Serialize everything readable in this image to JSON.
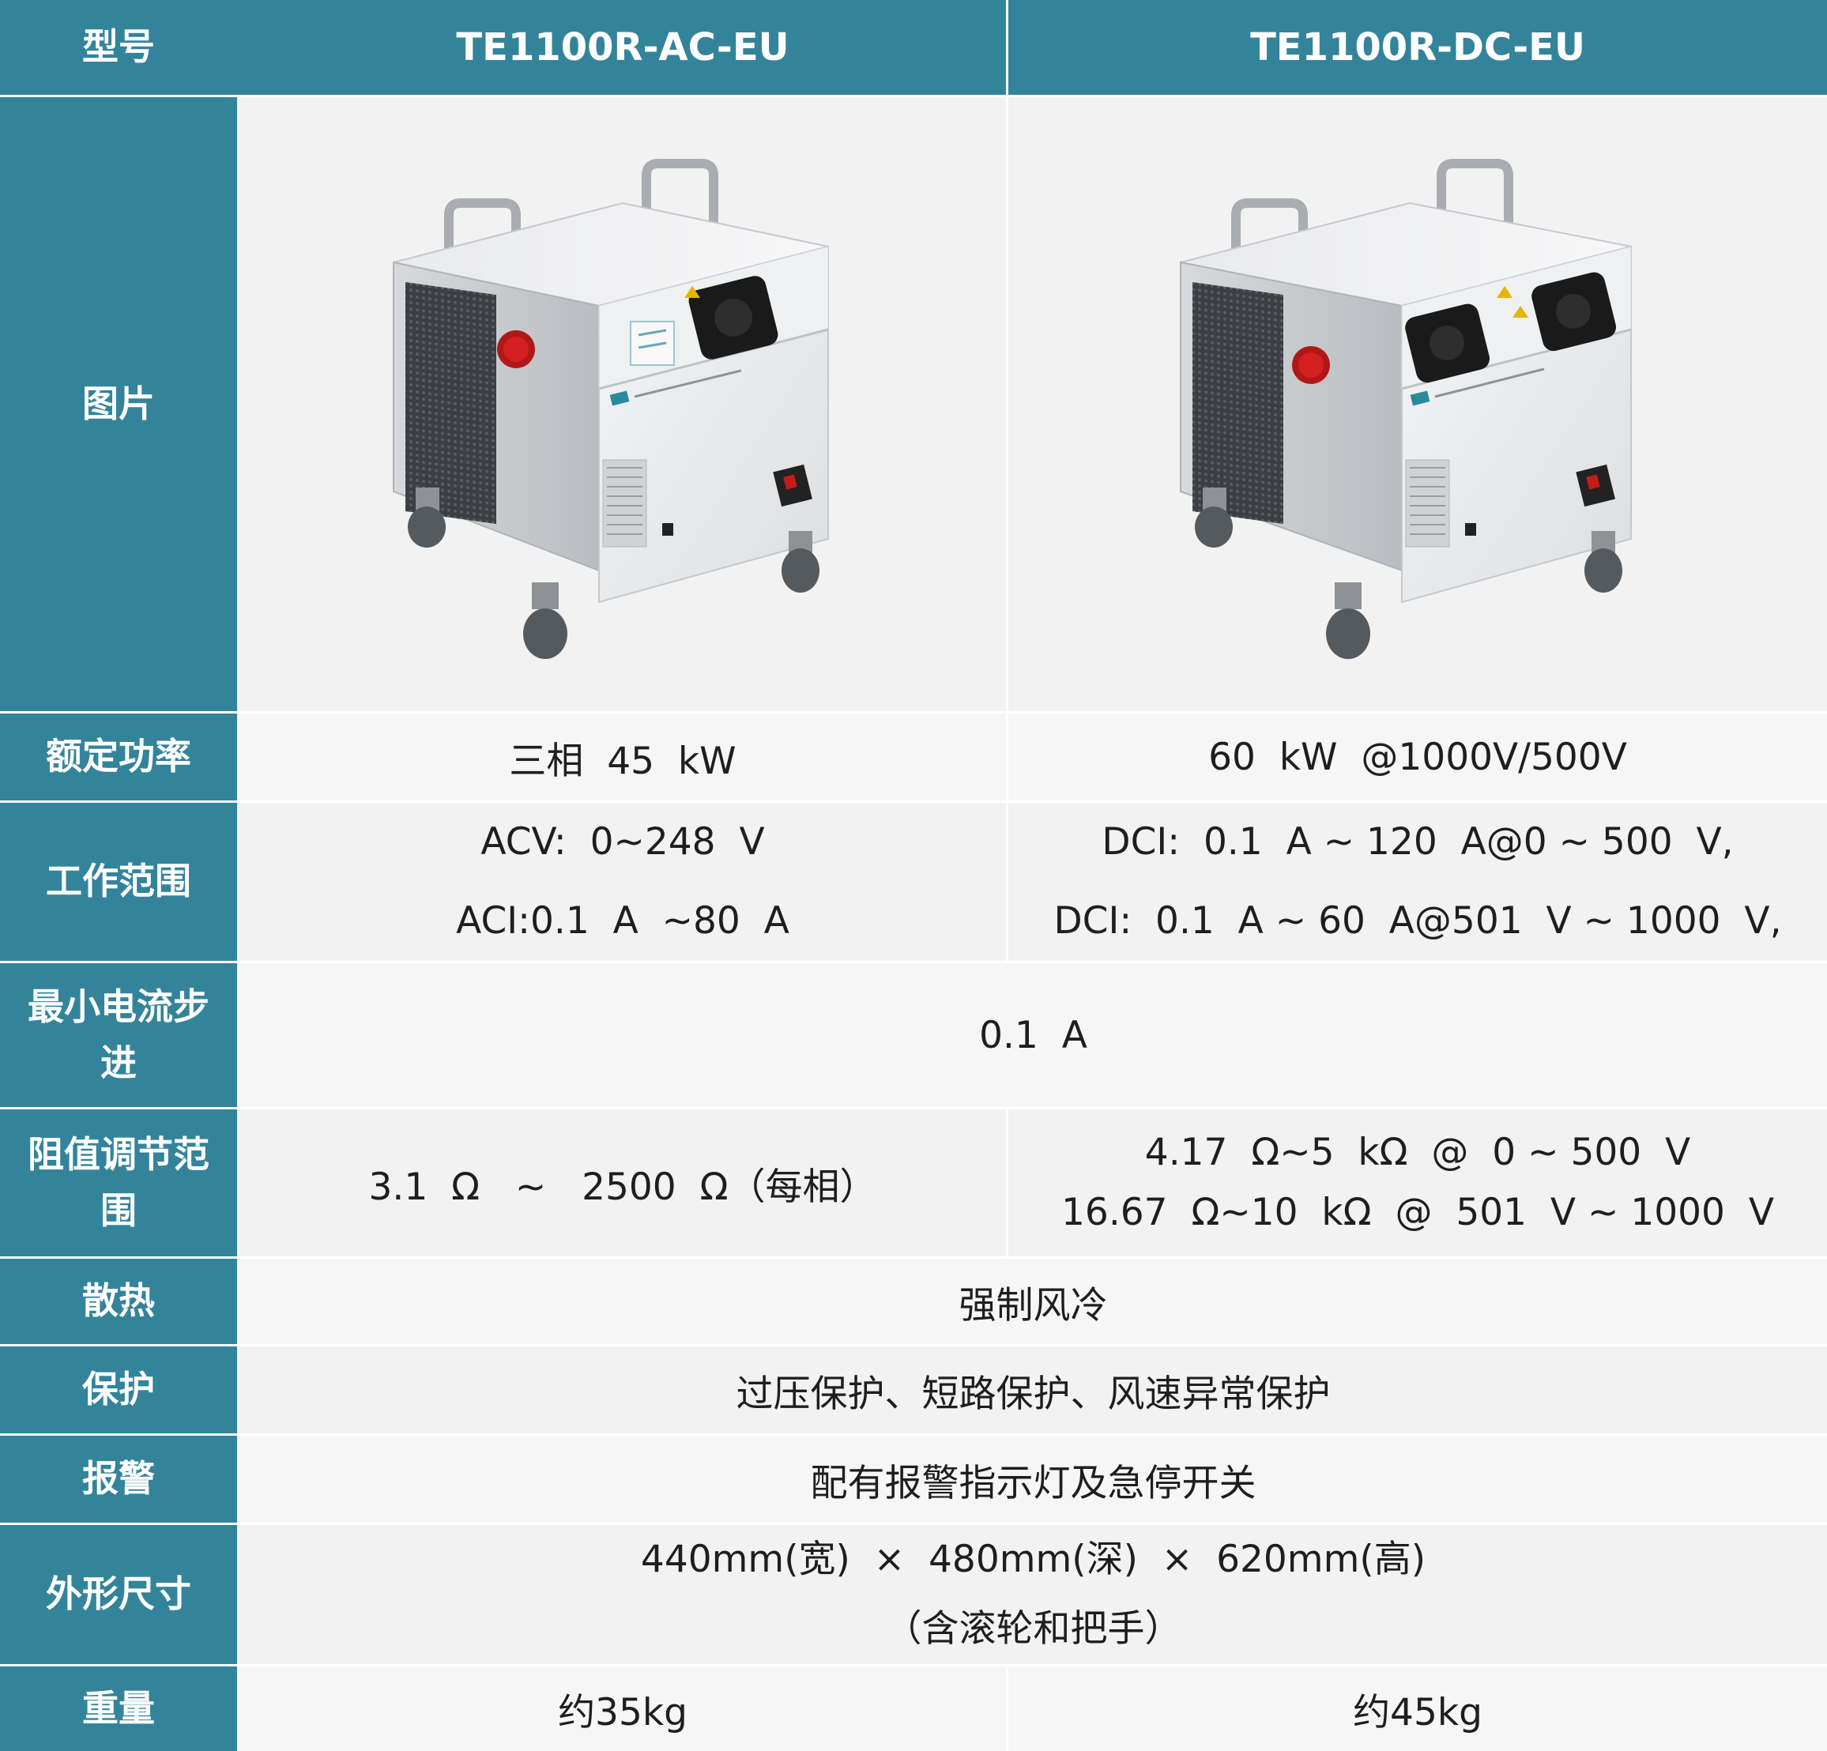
{
  "header": {
    "label": "型号",
    "model_ac": "TE1100R-AC-EU",
    "model_dc": "TE1100R-DC-EU"
  },
  "picture": {
    "label": "图片"
  },
  "rated_power": {
    "label": "额定功率",
    "ac": "三相  45  kW",
    "dc": "60  kW  @1000V/500V"
  },
  "working_range": {
    "label": "工作范围",
    "ac_line1": "ACV:  0~248  V",
    "ac_line2": "ACI:0.1  A  ~80  A",
    "dc_line1": "DCI:  0.1  A ~ 120  A@0 ~ 500  V,",
    "dc_line2": "DCI:  0.1  A ~ 60  A@501  V ~ 1000  V,"
  },
  "min_current_step": {
    "label": "最小电流步进",
    "value": "0.1  A"
  },
  "resistance_range": {
    "label": "阻值调节范围",
    "ac": "3.1  Ω   ~   2500  Ω（每相）",
    "dc_line1": "4.17  Ω~5  kΩ  @  0 ~ 500  V",
    "dc_line2": "16.67  Ω~10  kΩ  @  501  V ~ 1000  V"
  },
  "cooling": {
    "label": "散热",
    "value": "强制风冷"
  },
  "protection": {
    "label": "保护",
    "value": "过压保护、短路保护、风速异常保护"
  },
  "alarm": {
    "label": "报警",
    "value": "配有报警指示灯及急停开关"
  },
  "dimensions": {
    "label": "外形尺寸",
    "line1": "440mm(宽)  ×  480mm(深)  ×  620mm(高)",
    "line2": "（含滚轮和把手）"
  },
  "weight": {
    "label": "重量",
    "ac": "约35kg",
    "dc": "约45kg"
  },
  "colors": {
    "header_bg": "#33849b",
    "header_text": "#ffffff",
    "cell_bg": "#f2f2f2",
    "indicator_red": "#d42020",
    "socket_black": "#1a1a1a"
  }
}
